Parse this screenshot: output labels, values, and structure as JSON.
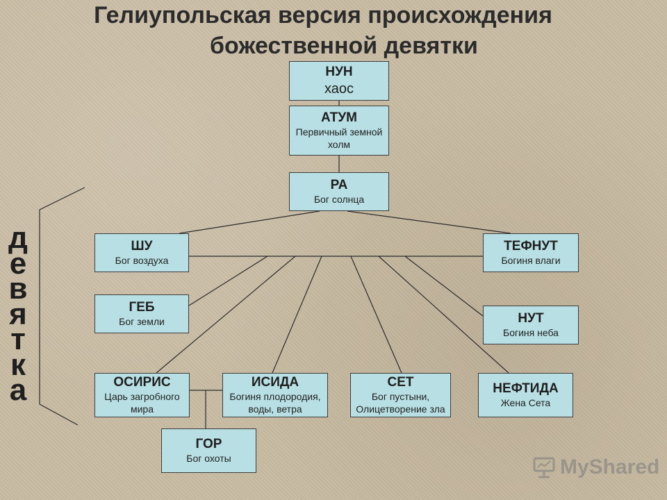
{
  "title": [
    "Гелиупольская версия происхождения",
    "божественной девятки"
  ],
  "vertical_label": "девятка",
  "watermark": "MyShared",
  "colors": {
    "box_fill": "#b8e0e4",
    "box_border": "#3c3c3c",
    "background": "#c9bca4"
  },
  "nodes": {
    "nun": {
      "name": "НУН",
      "desc": "хаос"
    },
    "atum": {
      "name": "АТУМ",
      "desc": [
        "Первичный земной",
        "холм"
      ]
    },
    "ra": {
      "name": "РА",
      "desc": "Бог солнца"
    },
    "shu": {
      "name": "ШУ",
      "desc": "Бог воздуха"
    },
    "tefnut": {
      "name": "ТЕФНУТ",
      "desc": "Богиня влаги"
    },
    "geb": {
      "name": "ГЕБ",
      "desc": "Бог земли"
    },
    "nut": {
      "name": "НУТ",
      "desc": "Богиня неба"
    },
    "osiris": {
      "name": "ОСИРИС",
      "desc": [
        "Царь загробного",
        "мира"
      ]
    },
    "isida": {
      "name": "ИСИДА",
      "desc": [
        "Богиня плодородия,",
        "воды, ветра"
      ]
    },
    "set": {
      "name": "СЕТ",
      "desc": [
        "Бог пустыни,",
        "Олицетворение зла"
      ]
    },
    "neftida": {
      "name": "НЕФТИДА",
      "desc": "Жена Сета"
    },
    "gor": {
      "name": "ГОР",
      "desc": "Бог охоты"
    }
  }
}
